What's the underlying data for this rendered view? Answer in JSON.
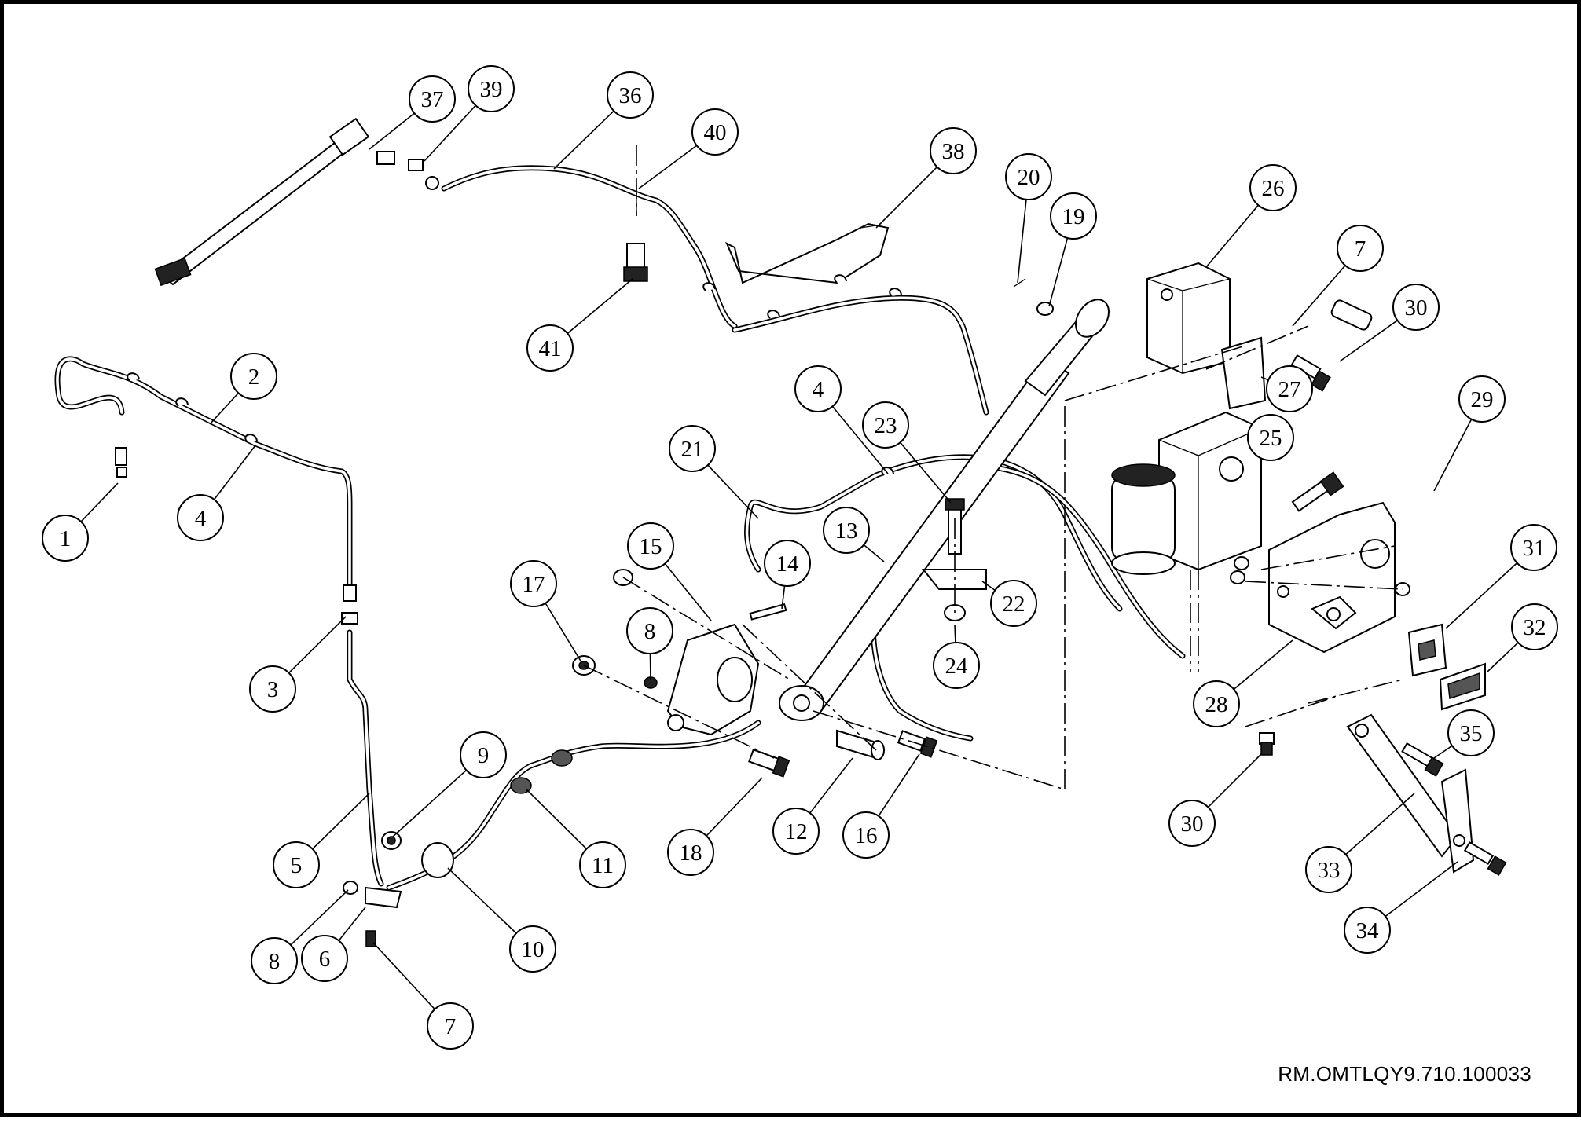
{
  "drawing": {
    "reference_code": "RM.OMTLQY9.710.100033"
  },
  "callouts": [
    {
      "key": "c1",
      "label": "1"
    },
    {
      "key": "c2",
      "label": "2"
    },
    {
      "key": "c3",
      "label": "3"
    },
    {
      "key": "c4a",
      "label": "4"
    },
    {
      "key": "c4b",
      "label": "4"
    },
    {
      "key": "c5",
      "label": "5"
    },
    {
      "key": "c6",
      "label": "6"
    },
    {
      "key": "c7a",
      "label": "7"
    },
    {
      "key": "c7b",
      "label": "7"
    },
    {
      "key": "c8a",
      "label": "8"
    },
    {
      "key": "c8b",
      "label": "8"
    },
    {
      "key": "c9",
      "label": "9"
    },
    {
      "key": "c10",
      "label": "10"
    },
    {
      "key": "c11",
      "label": "11"
    },
    {
      "key": "c12",
      "label": "12"
    },
    {
      "key": "c13",
      "label": "13"
    },
    {
      "key": "c14",
      "label": "14"
    },
    {
      "key": "c15",
      "label": "15"
    },
    {
      "key": "c16",
      "label": "16"
    },
    {
      "key": "c17",
      "label": "17"
    },
    {
      "key": "c18",
      "label": "18"
    },
    {
      "key": "c19",
      "label": "19"
    },
    {
      "key": "c20",
      "label": "20"
    },
    {
      "key": "c21",
      "label": "21"
    },
    {
      "key": "c22",
      "label": "22"
    },
    {
      "key": "c23",
      "label": "23"
    },
    {
      "key": "c24",
      "label": "24"
    },
    {
      "key": "c25",
      "label": "25"
    },
    {
      "key": "c26",
      "label": "26"
    },
    {
      "key": "c27",
      "label": "27"
    },
    {
      "key": "c28",
      "label": "28"
    },
    {
      "key": "c29",
      "label": "29"
    },
    {
      "key": "c30a",
      "label": "30"
    },
    {
      "key": "c30b",
      "label": "30"
    },
    {
      "key": "c31",
      "label": "31"
    },
    {
      "key": "c32",
      "label": "32"
    },
    {
      "key": "c33",
      "label": "33"
    },
    {
      "key": "c34",
      "label": "34"
    },
    {
      "key": "c35",
      "label": "35"
    },
    {
      "key": "c36",
      "label": "36"
    },
    {
      "key": "c37",
      "label": "37"
    },
    {
      "key": "c38",
      "label": "38"
    },
    {
      "key": "c39",
      "label": "39"
    },
    {
      "key": "c40",
      "label": "40"
    },
    {
      "key": "c41",
      "label": "41"
    }
  ]
}
